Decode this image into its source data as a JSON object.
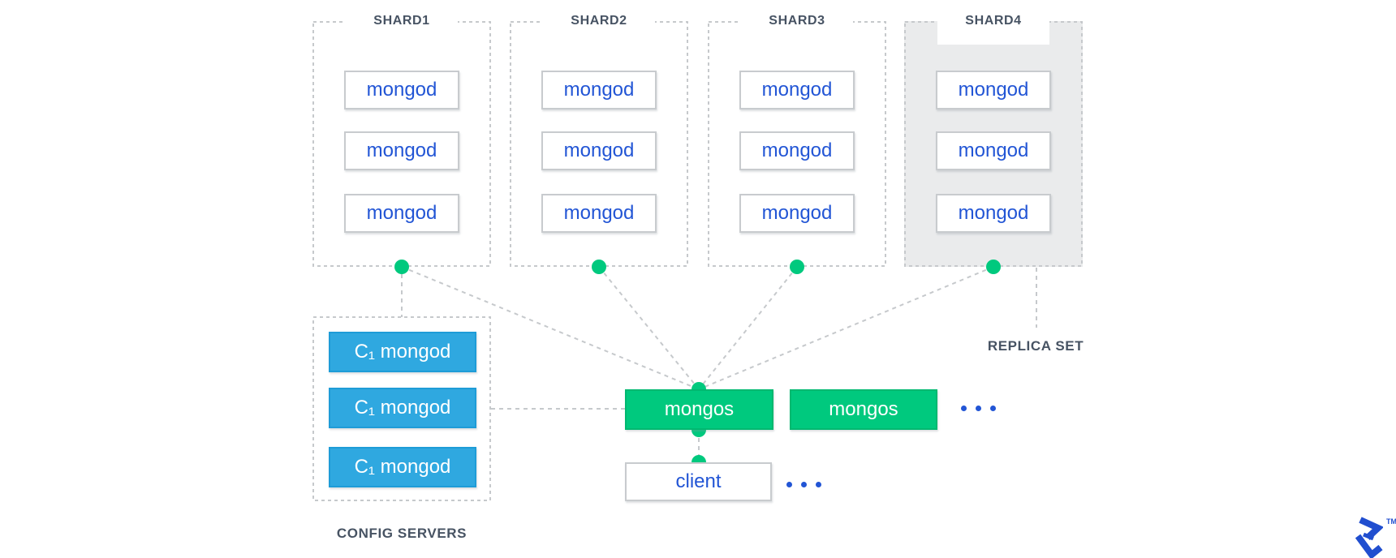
{
  "diagram": "mongodb-sharded-cluster",
  "colors": {
    "accent_green": "#00c97e",
    "sky_blue": "#2fa8e0",
    "royal_blue_text": "#2255d5",
    "slate_label": "#475363",
    "dash_line_gray": "#c6c9cc",
    "shard4_panel_gray": "#eaebec",
    "brand_blue": "#204ecf"
  },
  "shards": [
    {
      "label": "SHARD1",
      "highlighted": false,
      "nodes": [
        "mongod",
        "mongod",
        "mongod"
      ]
    },
    {
      "label": "SHARD2",
      "highlighted": false,
      "nodes": [
        "mongod",
        "mongod",
        "mongod"
      ]
    },
    {
      "label": "SHARD3",
      "highlighted": false,
      "nodes": [
        "mongod",
        "mongod",
        "mongod"
      ]
    },
    {
      "label": "SHARD4",
      "highlighted": true,
      "nodes": [
        "mongod",
        "mongod",
        "mongod"
      ]
    }
  ],
  "replica_set": {
    "label": "REPLICA SET"
  },
  "config_servers": {
    "caption": "CONFIG SERVERS",
    "nodes": [
      "C₁ mongod",
      "C₁ mongod",
      "C₁ mongod"
    ]
  },
  "routers": {
    "nodes": [
      "mongos",
      "mongos"
    ],
    "more_icon": "ellipsis-icon"
  },
  "client": {
    "label": "client",
    "more_icon": "ellipsis-icon"
  },
  "brand": {
    "logo_icon": "toptal-logo-icon",
    "trademark": "TM"
  }
}
